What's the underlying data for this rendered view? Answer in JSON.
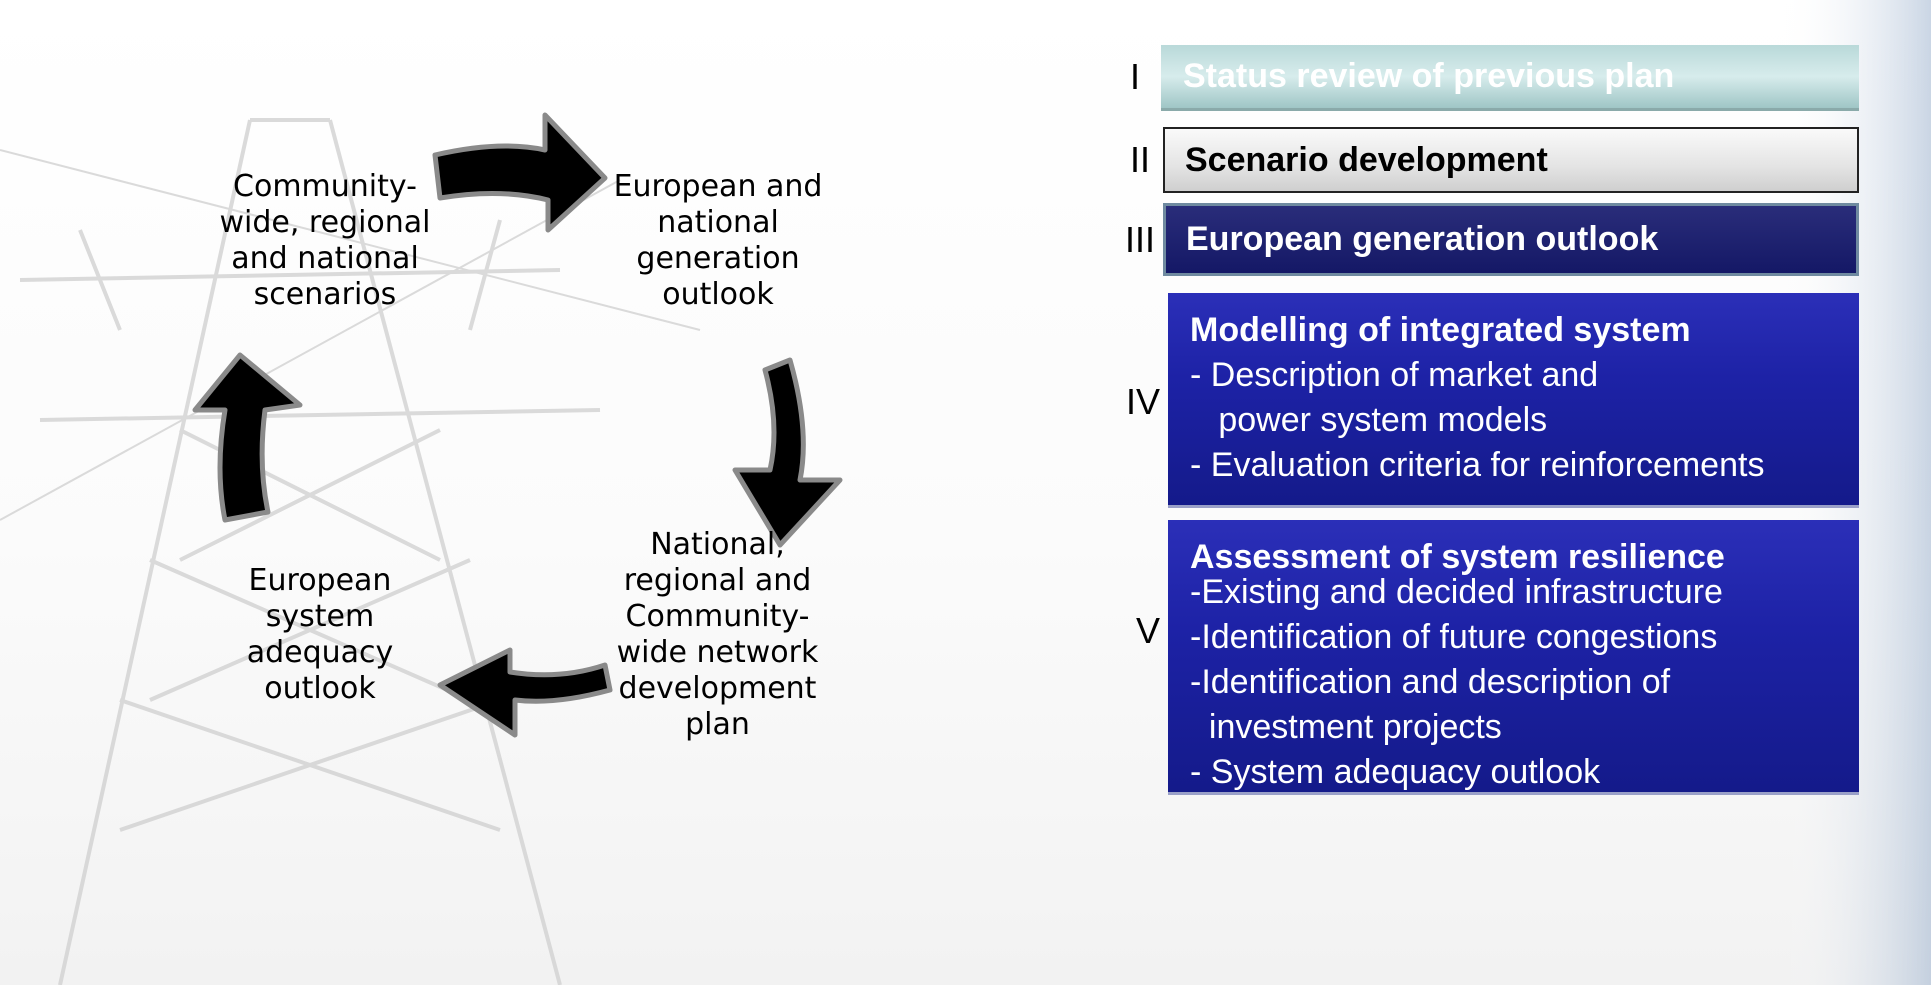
{
  "cycle": {
    "top_left": [
      "Community-",
      "wide, regional",
      "and national",
      "scenarios"
    ],
    "top_right": [
      "European and",
      "national",
      "generation",
      "outlook"
    ],
    "bottom_right": [
      "National,",
      "regional and",
      "Community-",
      "wide network",
      "development",
      "plan"
    ],
    "bottom_left": [
      "European",
      "system",
      "adequacy",
      "outlook"
    ]
  },
  "steps": [
    {
      "numeral": "I",
      "title": "Status review of previous plan",
      "lines": []
    },
    {
      "numeral": "II",
      "title": "Scenario development",
      "lines": []
    },
    {
      "numeral": "III",
      "title": "European generation outlook",
      "lines": []
    },
    {
      "numeral": "IV",
      "title": "Modelling of integrated system",
      "lines": [
        "- Description of market and",
        "   power system models",
        "- Evaluation criteria for reinforcements"
      ]
    },
    {
      "numeral": "V",
      "title": "Assessment of system resilience",
      "lines": [
        "-Existing and decided infrastructure",
        "-Identification of future congestions",
        "-Identification and description of",
        "  investment projects",
        "- System adequacy outlook"
      ]
    }
  ],
  "colors": {
    "box_dark_blue": "#1d22a6",
    "box_navy": "#141866",
    "box_teal": "#b9d9d9",
    "box_gray": "#e4e4e4",
    "arrow_fill": "#000000",
    "arrow_outline": "#8a8a8a"
  }
}
